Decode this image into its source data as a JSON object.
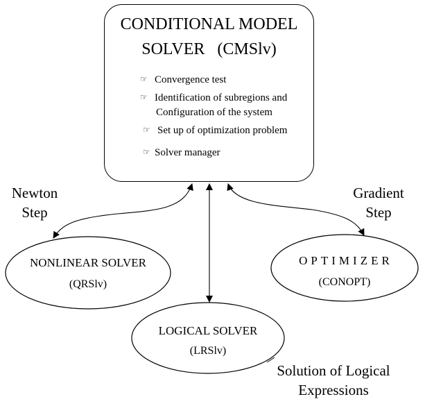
{
  "main_box": {
    "title_line1": "CONDITIONAL MODEL",
    "title_line2": "SOLVER   (CMSlv)",
    "items": [
      {
        "icon": "pointing-hand-icon",
        "glyph": "☞",
        "text": "Convergence test"
      },
      {
        "icon": "pointing-hand-icon",
        "glyph": "☞",
        "text": "Identification of subregions and",
        "continuation": "Configuration of the system"
      },
      {
        "icon": "pointing-hand-icon",
        "glyph": "☞",
        "text": "Set up of optimization problem"
      },
      {
        "icon": "pointing-hand-icon",
        "glyph": "☞",
        "text": "Solver manager"
      }
    ]
  },
  "nodes": {
    "nonlinear": {
      "title": "NONLINEAR SOLVER",
      "subtitle": "(QRSlv)"
    },
    "optimizer": {
      "title": "OPTIMIZER",
      "subtitle": "(CONOPT)"
    },
    "logical": {
      "title": "LOGICAL SOLVER",
      "subtitle": "(LRSlv)"
    }
  },
  "edge_labels": {
    "newton": {
      "line1": "Newton",
      "line2": "Step"
    },
    "gradient": {
      "line1": "Gradient",
      "line2": "Step"
    },
    "logical": {
      "line1": "Solution of Logical",
      "line2": "Expressions"
    }
  },
  "colors": {
    "stroke": "#000000",
    "background": "#ffffff"
  }
}
